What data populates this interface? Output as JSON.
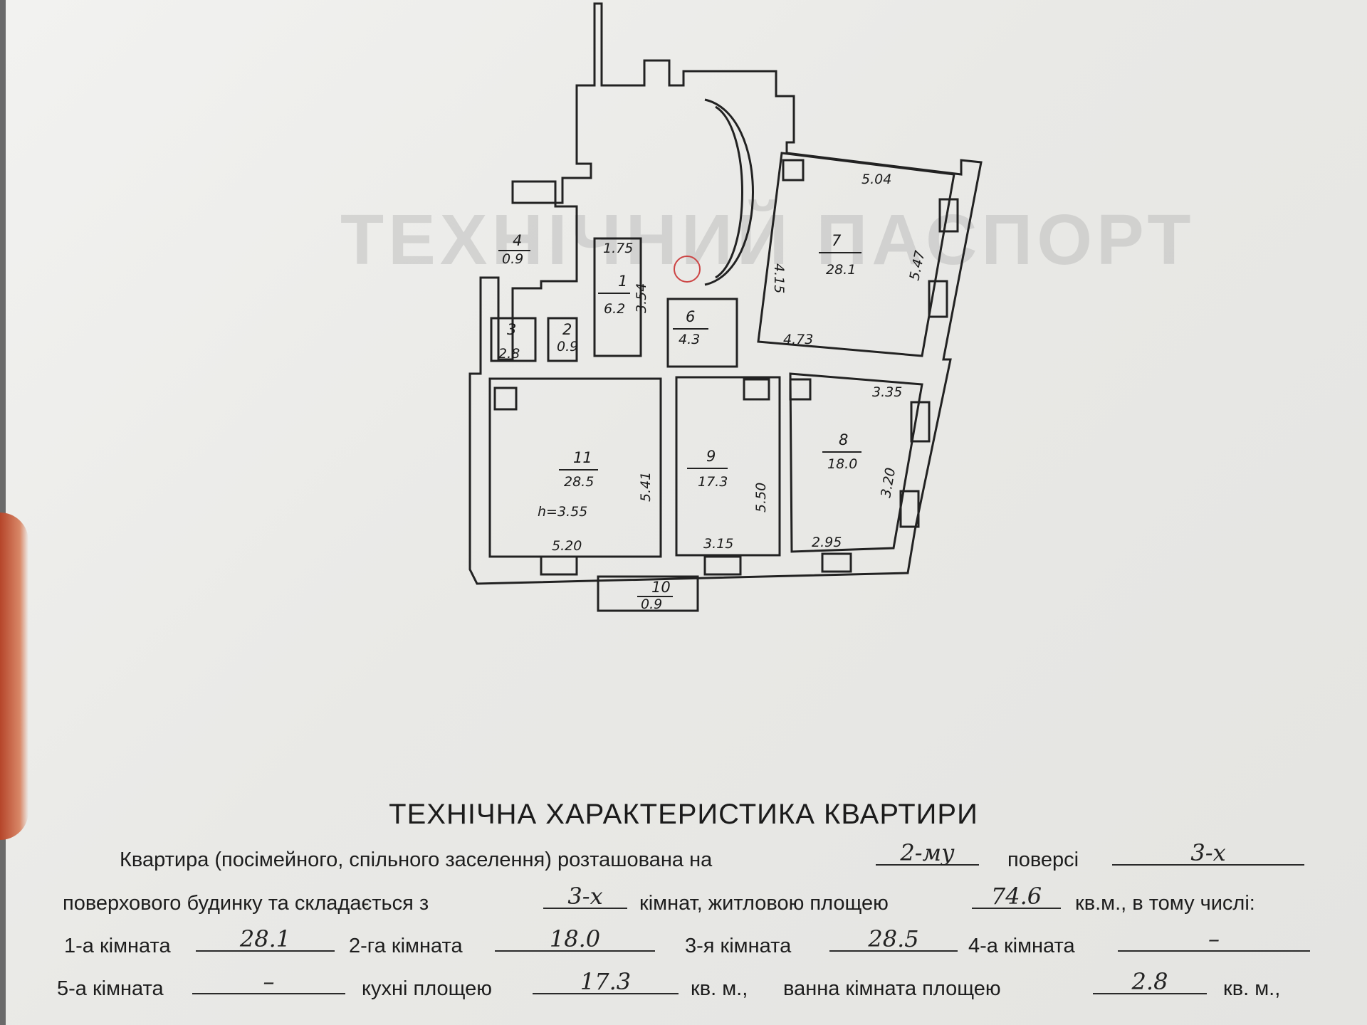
{
  "plan": {
    "rooms": [
      {
        "number": "1",
        "area": "6.2"
      },
      {
        "number": "2",
        "area": "0.9"
      },
      {
        "number": "3",
        "area": "2.8"
      },
      {
        "number": "4",
        "area": "0.9"
      },
      {
        "number": "6",
        "area": "4.3"
      },
      {
        "number": "7",
        "area": "28.1"
      },
      {
        "number": "8",
        "area": "18.0"
      },
      {
        "number": "9",
        "area": "17.3"
      },
      {
        "number": "11",
        "area": "28.5"
      },
      {
        "number": "10",
        "area": "0.9"
      }
    ],
    "dimensions": {
      "d_504": "5.04",
      "d_415": "4.15",
      "d_547": "5.47",
      "d_473": "4.73",
      "d_335": "3.35",
      "d_320": "3.20",
      "d_295": "2.95",
      "d_315": "3.15",
      "d_550": "5.50",
      "d_520": "5.20",
      "d_541": "5.41",
      "d_175": "1.75",
      "d_354": "3.54"
    },
    "height_note": "h=3.55"
  },
  "document": {
    "title": "ТЕХНІЧНА ХАРАКТЕРИСТИКА КВАРТИРИ",
    "line1": {
      "prefix": "Квартира (посімейного, спільного заселення) розташована на",
      "floor": "2-му",
      "floor_label": "поверсі",
      "storeys": "3-х"
    },
    "line2": {
      "prefix": "поверхового будинку та складається з",
      "rooms_count": "3-х",
      "living_label": "кімнат, житловою площею",
      "living_area": "74.6",
      "unit_suffix": "кв.м., в тому числі:"
    },
    "line3": {
      "room1_label": "1-а кімната",
      "room1": "28.1",
      "room2_label": "2-га кімната",
      "room2": "18.0",
      "room3_label": "3-я кімната",
      "room3": "28.5",
      "room4_label": "4-а кімната",
      "room4": "–"
    },
    "line4": {
      "room5_label": "5-а кімната",
      "room5": "–",
      "kitchen_label": "кухні площею",
      "kitchen": "17.3",
      "kitchen_unit": "кв. м.,",
      "bath_label": "ванна кімната площею",
      "bath": "2.8",
      "bath_unit": "кв. м.,"
    }
  }
}
